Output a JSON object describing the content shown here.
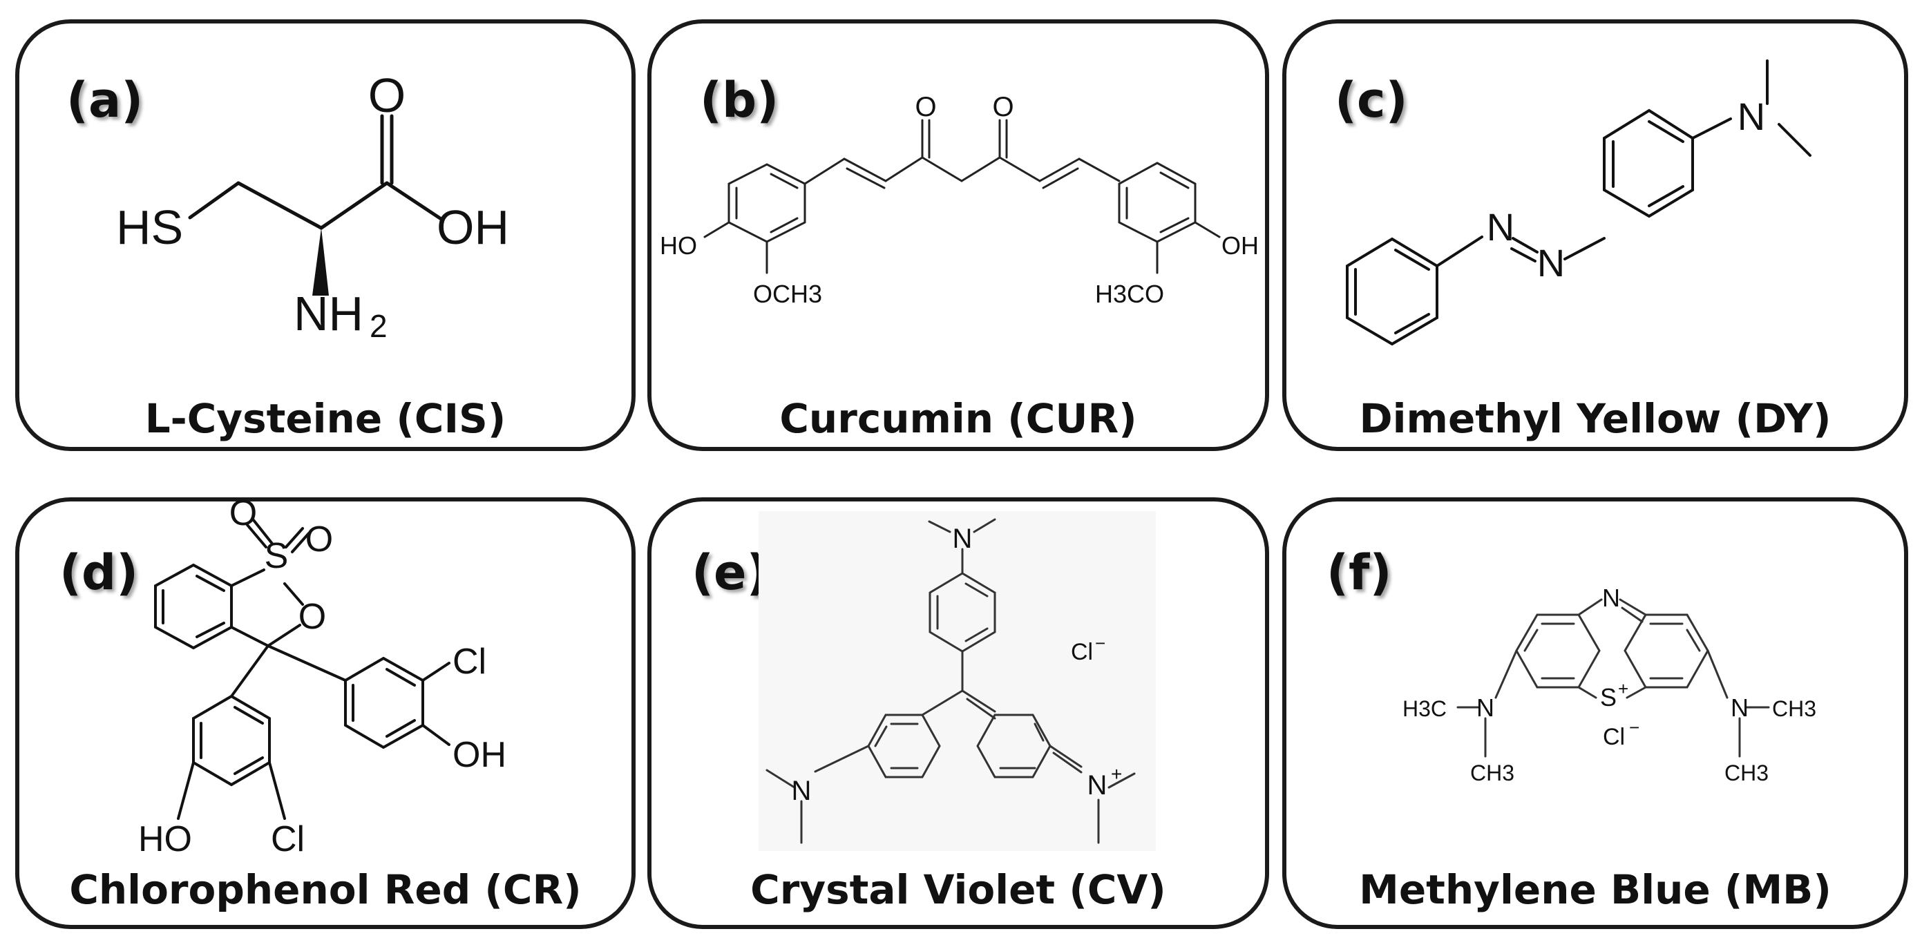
{
  "panels": [
    {
      "label": "(a)",
      "caption": "L-Cysteine (CIS)"
    },
    {
      "label": "(b)",
      "caption": "Curcumin (CUR)"
    },
    {
      "label": "(c)",
      "caption": "Dimethyl Yellow (DY)"
    },
    {
      "label": "(d)",
      "caption": "Chlorophenol Red (CR)"
    },
    {
      "label": "(e)",
      "caption": "Crystal Violet (CV)"
    },
    {
      "label": "(f)",
      "caption": "Methylene Blue (MB)"
    }
  ],
  "atoms": {
    "a": {
      "o": "O",
      "hs": "HS",
      "oh": "OH",
      "nh": "NH",
      "sub2": "2"
    },
    "b": {
      "o1": "O",
      "o2": "O",
      "ho": "HO",
      "och3": "OCH3",
      "h3co": "H3CO",
      "oh": "OH"
    },
    "c": {
      "n1": "N",
      "n2": "N",
      "n3": "N"
    },
    "d": {
      "s": "S",
      "o1": "O",
      "o2": "O",
      "o3": "O",
      "cl1": "Cl",
      "oh": "OH",
      "ho": "HO",
      "cl2": "Cl"
    },
    "e": {
      "n1": "N",
      "n2": "N",
      "n3": "N",
      "plus": "+",
      "cl": "Cl",
      "minus": "−"
    },
    "f": {
      "n1": "N",
      "s": "S",
      "plus": "+",
      "n2": "N",
      "n3": "N",
      "h3c": "H3C",
      "ch3a": "CH3",
      "ch3b": "CH3",
      "ch3c": "CH3",
      "cl": "Cl",
      "minus": "−"
    }
  }
}
